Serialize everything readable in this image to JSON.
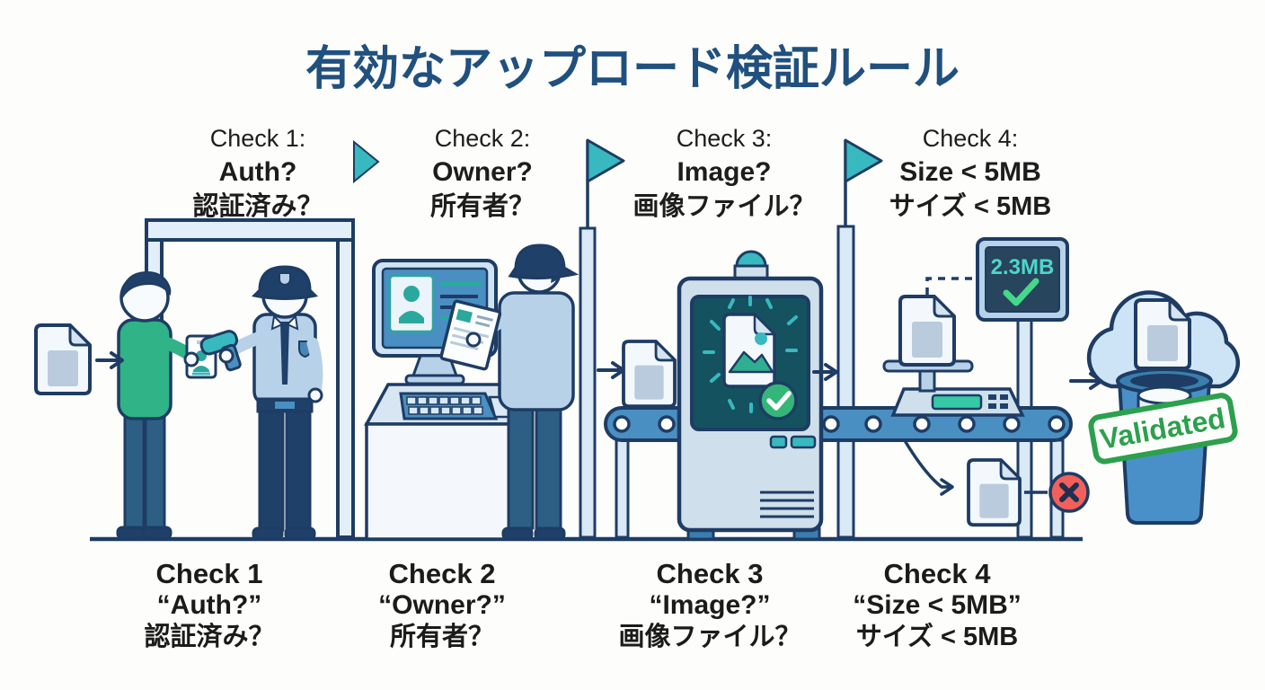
{
  "title": "有効なアップロード検証ルール",
  "checks_top": [
    {
      "line1": "Check 1:",
      "line2": "Auth?",
      "line3": "認証済み？"
    },
    {
      "line1": "Check 2:",
      "line2": "Owner?",
      "line3": "所有者？"
    },
    {
      "line1": "Check 3:",
      "line2": "Image?",
      "line3": "画像ファイル？"
    },
    {
      "line1": "Check 4:",
      "line2": "Size < 5MB",
      "line3": "サイズ < 5MB"
    }
  ],
  "checks_bottom": [
    {
      "line1": "Check 1",
      "line2": "“Auth?”",
      "line3": "認証済み？"
    },
    {
      "line1": "Check 2",
      "line2": "“Owner?”",
      "line3": "所有者？"
    },
    {
      "line1": "Check 3",
      "line2": "“Image?”",
      "line3": "画像ファイル？"
    },
    {
      "line1": "Check 4",
      "line2": "“Size < 5MB”",
      "line3": "サイズ < 5MB"
    }
  ],
  "flow": {
    "size_reading": "2.3MB",
    "stamp_label": "Validated"
  },
  "icons": {
    "flow_arrow": "→",
    "pass_check": "✓",
    "reject_x": "✕",
    "flag": "pennant-flag",
    "cloud_upload": "cloud-bucket"
  },
  "colors": {
    "title_navy": "#20507e",
    "text_black": "#1b1b1b",
    "outline_navy": "#1e3c64",
    "teal": "#38b9bf",
    "check_green": "#33b678",
    "stamp_green": "#2ca04d",
    "reject_red": "#f2605c",
    "belt_blue": "#4a8fc2",
    "guard_shirt": "#b7d2e8",
    "shirt_green": "#2fb387",
    "display_teal": "#4fd6c8",
    "screen_dark": "#27455c",
    "machine_screen": "#14525f",
    "lcd_teal": "#35c9a6"
  }
}
